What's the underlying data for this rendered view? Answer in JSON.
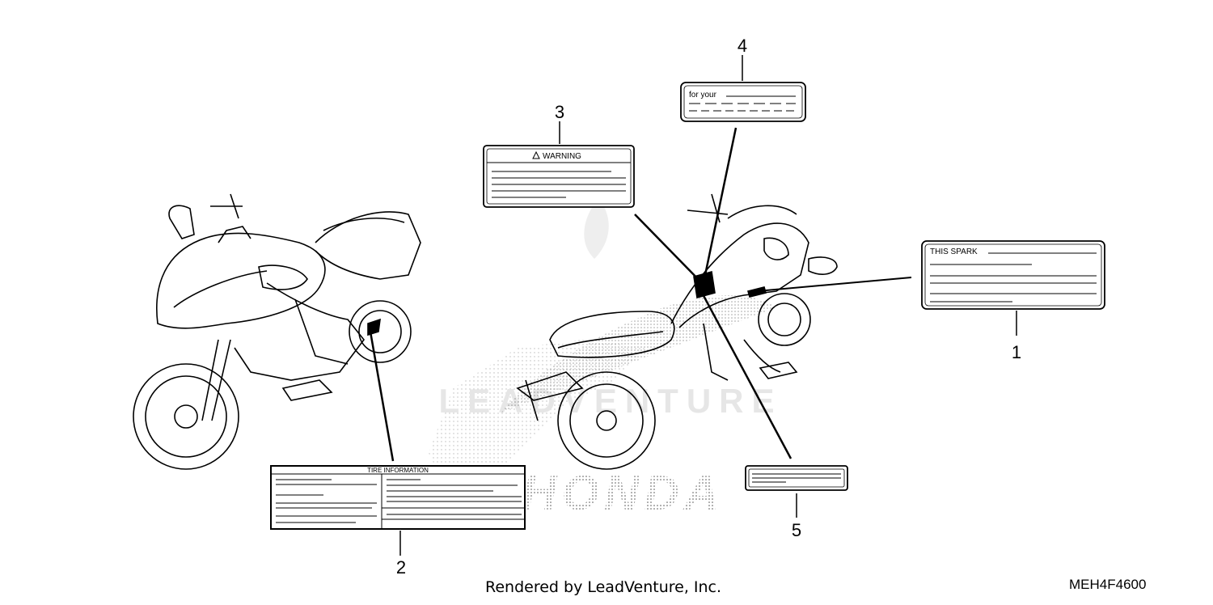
{
  "callouts": [
    "1",
    "2",
    "3",
    "4",
    "5"
  ],
  "labels": {
    "spark": "THIS SPARK",
    "tire": "TIRE INFORMATION",
    "warning": "WARNING",
    "for_your": "for your"
  },
  "watermark": {
    "brand": "HONDA",
    "text": "LEADVENTURE"
  },
  "footer": {
    "rendered_by": "Rendered by LeadVenture, Inc.",
    "diagram_code": "MEH4F4600"
  }
}
